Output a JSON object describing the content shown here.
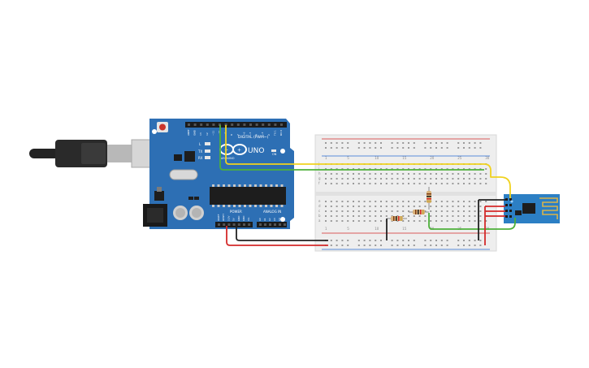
{
  "board": {
    "model": "UNO",
    "brand": "ARDUINO",
    "digital_label": "DIGITAL (PWM~)",
    "power_label": "POWER",
    "analog_label": "ANALOG IN",
    "l_label": "L",
    "tx_label": "TX",
    "rx_label": "RX",
    "on_label": "ON",
    "digital_pins": [
      "AREF",
      "GND",
      "13",
      "12",
      "~11",
      "~10",
      "~9",
      "8",
      "7",
      "~6",
      "~5",
      "4",
      "~3",
      "2",
      "TX 1",
      "RX 0"
    ],
    "power_pins": [
      "IOREF",
      "RESET",
      "3.3V",
      "5V",
      "GND",
      "GND",
      "Vin"
    ],
    "analog_pins": [
      "A0",
      "A1",
      "A2",
      "A3",
      "A4",
      "A5"
    ]
  },
  "breadboard": {
    "row_letters_top": [
      "j",
      "i",
      "h",
      "g",
      "f"
    ],
    "row_letters_bottom": [
      "e",
      "d",
      "c",
      "b",
      "a"
    ],
    "column_numbers": [
      "1",
      "5",
      "10",
      "15",
      "20",
      "25",
      "30"
    ]
  },
  "colors": {
    "board": "#2d6fb4",
    "board_dark": "#1f5894",
    "usb_cable": "#2a2a2a",
    "breadboard": "#eeeeee",
    "wire_yellow": "#f0d21e",
    "wire_green": "#4db03a",
    "wire_red": "#d42a2a",
    "wire_black": "#222222",
    "esp_module": "#2c7fc4"
  }
}
